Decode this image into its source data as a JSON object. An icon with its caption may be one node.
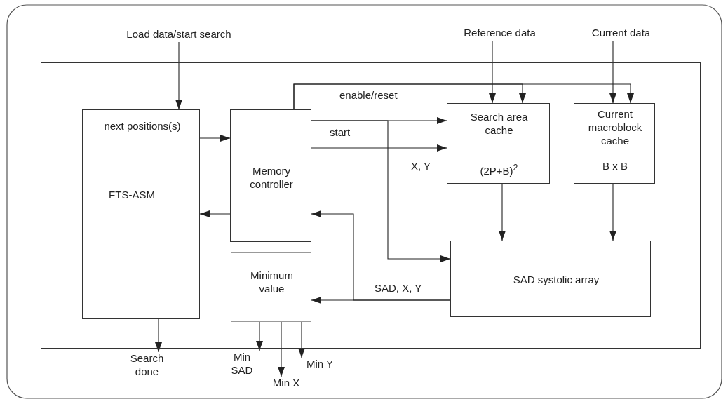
{
  "diagram": {
    "nodes": [
      {
        "text": [],
        "shape": "box"
      },
      {
        "text": [
          "next positions(s)",
          "FTS-ASM"
        ],
        "in": 0
      },
      {
        "text": [
          "Memory controller"
        ],
        "in": 0
      },
      {
        "text": [
          "Search area cache",
          "(2P+B)$^{2}$"
        ],
        "in": 0
      },
      {
        "text": [
          "Current macroblock cache",
          "B x B"
        ],
        "in": 0
      },
      {
        "text": [
          "Minimum value"
        ],
        "in": 0
      },
      {
        "text": [
          "SAD systolic array"
        ],
        "in": 0
      },
      {
        "text": [
          "Load data/start search"
        ]
      },
      {
        "text": [
          "Reference data"
        ]
      },
      {
        "text": [
          "Current data"
        ]
      },
      {
        "text": [
          "Search done"
        ]
      },
      {
        "text": [
          "Min SAD"
        ]
      },
      {
        "text": [
          "Min X"
        ]
      },
      {
        "text": [
          "Min Y"
        ]
      }
    ],
    "edges": [
      {
        "from": 7,
        "to": 1,
        "arrow": "to"
      },
      {
        "from": 8,
        "to": 3,
        "arrow": "to"
      },
      {
        "from": 9,
        "to": 4,
        "arrow": "to"
      },
      {
        "from": 2,
        "to": 3,
        "arrow": "to",
        "label": "enable/reset"
      },
      {
        "from": 2,
        "to": 4,
        "arrow": "to"
      },
      {
        "from": 1,
        "to": 2,
        "arrow": "to"
      },
      {
        "from": 2,
        "to": 1,
        "arrow": "to"
      },
      {
        "from": 2,
        "to": 3,
        "arrow": "to",
        "label": "start"
      },
      {
        "from": 2,
        "to": 6,
        "arrow": "to"
      },
      {
        "from": 2,
        "to": 3,
        "arrow": "to",
        "label": "X, Y"
      },
      {
        "from": 3,
        "to": 6,
        "arrow": "to"
      },
      {
        "from": 4,
        "to": 6,
        "arrow": "to"
      },
      {
        "from": 6,
        "to": 5,
        "arrow": "to",
        "label": "SAD, X, Y"
      },
      {
        "from": 6,
        "to": 2,
        "arrow": "to"
      },
      {
        "from": 1,
        "to": 10,
        "arrow": "to"
      },
      {
        "from": 5,
        "to": 11,
        "arrow": "to"
      },
      {
        "from": 5,
        "to": 12,
        "arrow": "to"
      },
      {
        "from": 5,
        "to": 13,
        "arrow": "to"
      }
    ]
  }
}
